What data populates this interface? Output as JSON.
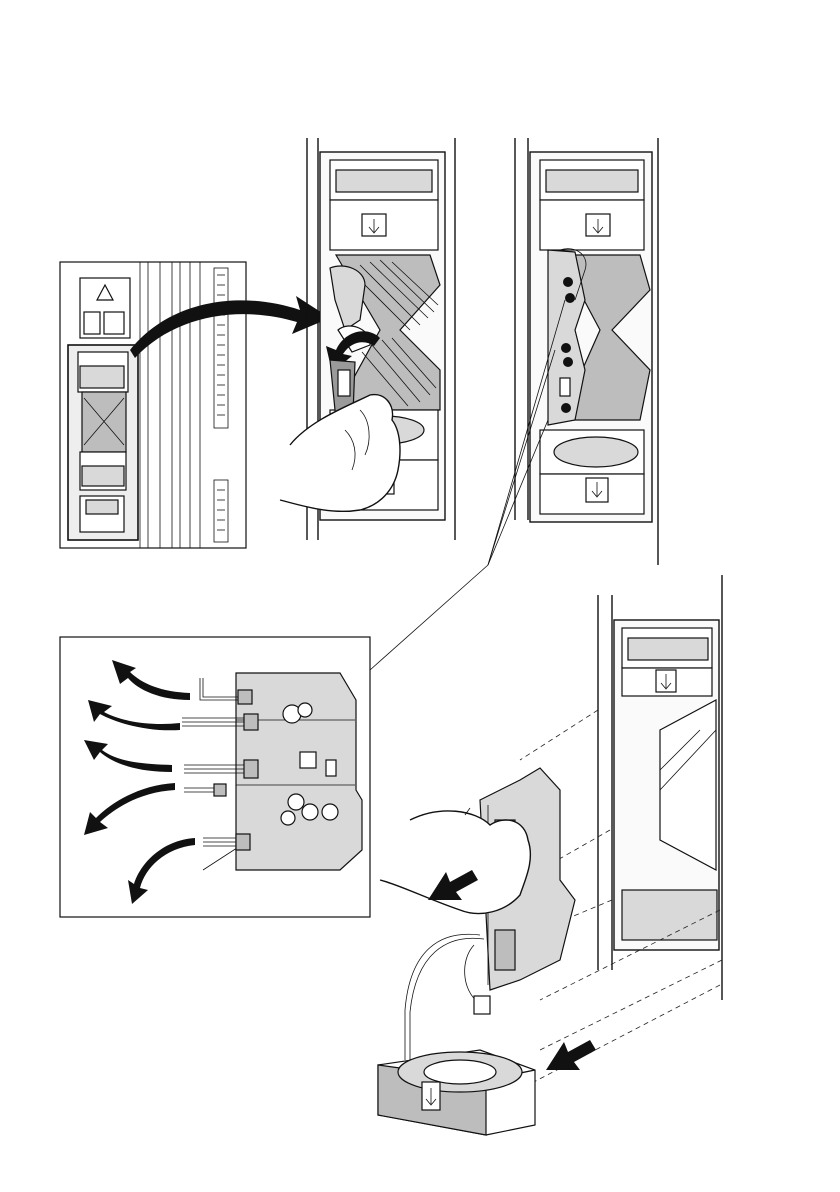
{
  "figure": {
    "kind": "installation-instruction-illustration",
    "steps": [
      {
        "id": "step-1",
        "description_visible": false
      },
      {
        "id": "step-2",
        "description_visible": false
      },
      {
        "id": "step-3",
        "description_visible": false
      },
      {
        "id": "step-4",
        "description_visible": false
      }
    ],
    "colors": {
      "line": "#111111",
      "fill_light": "#d9d9d9",
      "fill_mid": "#bdbdbd",
      "fill_dark": "#9a9a9a",
      "background": "#ffffff"
    },
    "icons": [
      "warning-triangle-icon",
      "down-arrow-icon",
      "curved-arrow-icon",
      "hand-icon",
      "wrench-icon",
      "circuit-board-icon",
      "fan-icon"
    ]
  }
}
